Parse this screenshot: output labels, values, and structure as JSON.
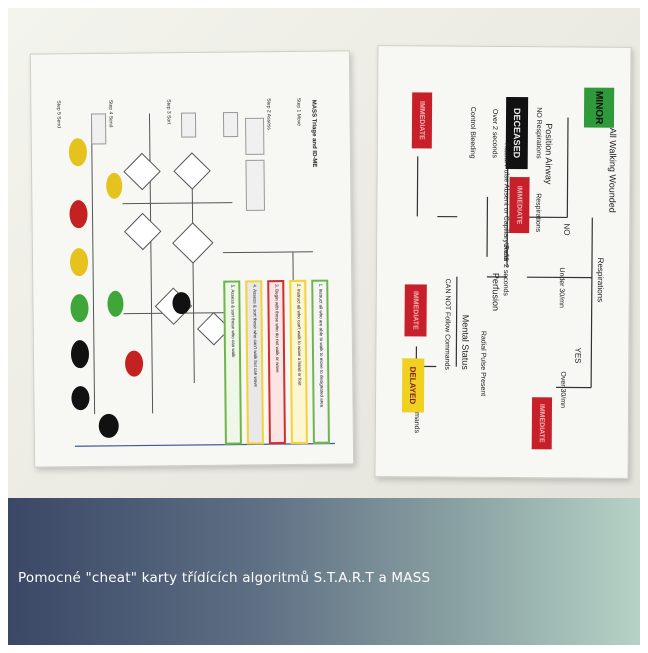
{
  "caption": "Pomocné \"cheat\" karty třídících algoritmů S.T.A.R.T a MASS",
  "mass_card": {
    "title": "MASS Triage and ID-ME",
    "steps": [
      "Step 1 Move",
      "Step 2 Assess",
      "Step 3 Sort",
      "Step 4 Send",
      "Step 5 Send"
    ],
    "bars": [
      "1. Instruct all who are able to walk to move to designated area",
      "2. Instruct all who can't walk to wave a hand or foot",
      "3. Begin with those who do not walk or wave",
      "4. Assess & sort those who can't walk but can wave",
      "5. Assess & sort those who can walk"
    ],
    "bar_colors": [
      "#ffffff",
      "#f3d23a",
      "#cf2f2f",
      "#7a7a7a",
      "#6fb64a"
    ]
  },
  "start_card": {
    "title": "All Walking Wounded",
    "minor": "MINOR",
    "no": "NO",
    "respirations_top": "Respirations",
    "yes": "YES",
    "under_30": "Under 30/mn",
    "over_30": "Over 30/mn",
    "immediate_right": "IMMEDIATE",
    "position_airway": "Position Airway",
    "no_respirations": "NO Respirations",
    "respirations": "Respirations",
    "deceased": "DECEASED",
    "immediate_mid": "IMMEDIATE",
    "perfusion": "Perfusion",
    "radial_pulse_present": "Radial Pulse Present",
    "under_2_seconds": "Under 2 seconds",
    "radial_pulse_absent": "Radial Pulse Absent or Capillary Refill",
    "over_2_seconds": "Over 2 seconds",
    "control_bleeding": "Control Bleeding",
    "immediate_left": "IMMEDIATE",
    "mental_status": "Mental Status",
    "can_follow": "CAN Follow Commands",
    "cannot_follow": "CAN NOT Follow Commands",
    "immediate_low": "IMMEDIATE",
    "delayed": "DELAYED"
  }
}
